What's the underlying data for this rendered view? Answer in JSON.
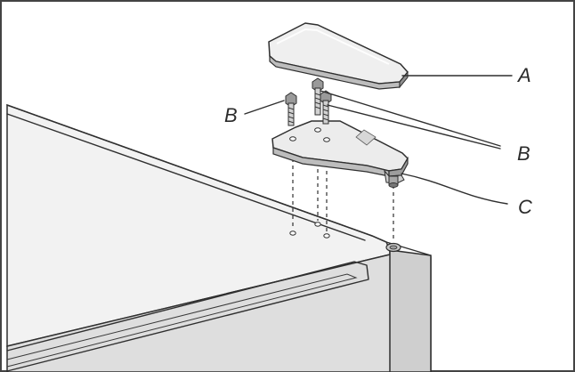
{
  "labels": {
    "a": "A",
    "b_left": "B",
    "b_right": "B",
    "c": "C"
  },
  "colors": {
    "line": "#2f2f2f",
    "fill_light": "#eeeeee",
    "fill_mid": "#dcdcdc",
    "fill_dark": "#bdbdbd",
    "fill_very_dark": "#8d8d8d",
    "background": "#ffffff"
  }
}
